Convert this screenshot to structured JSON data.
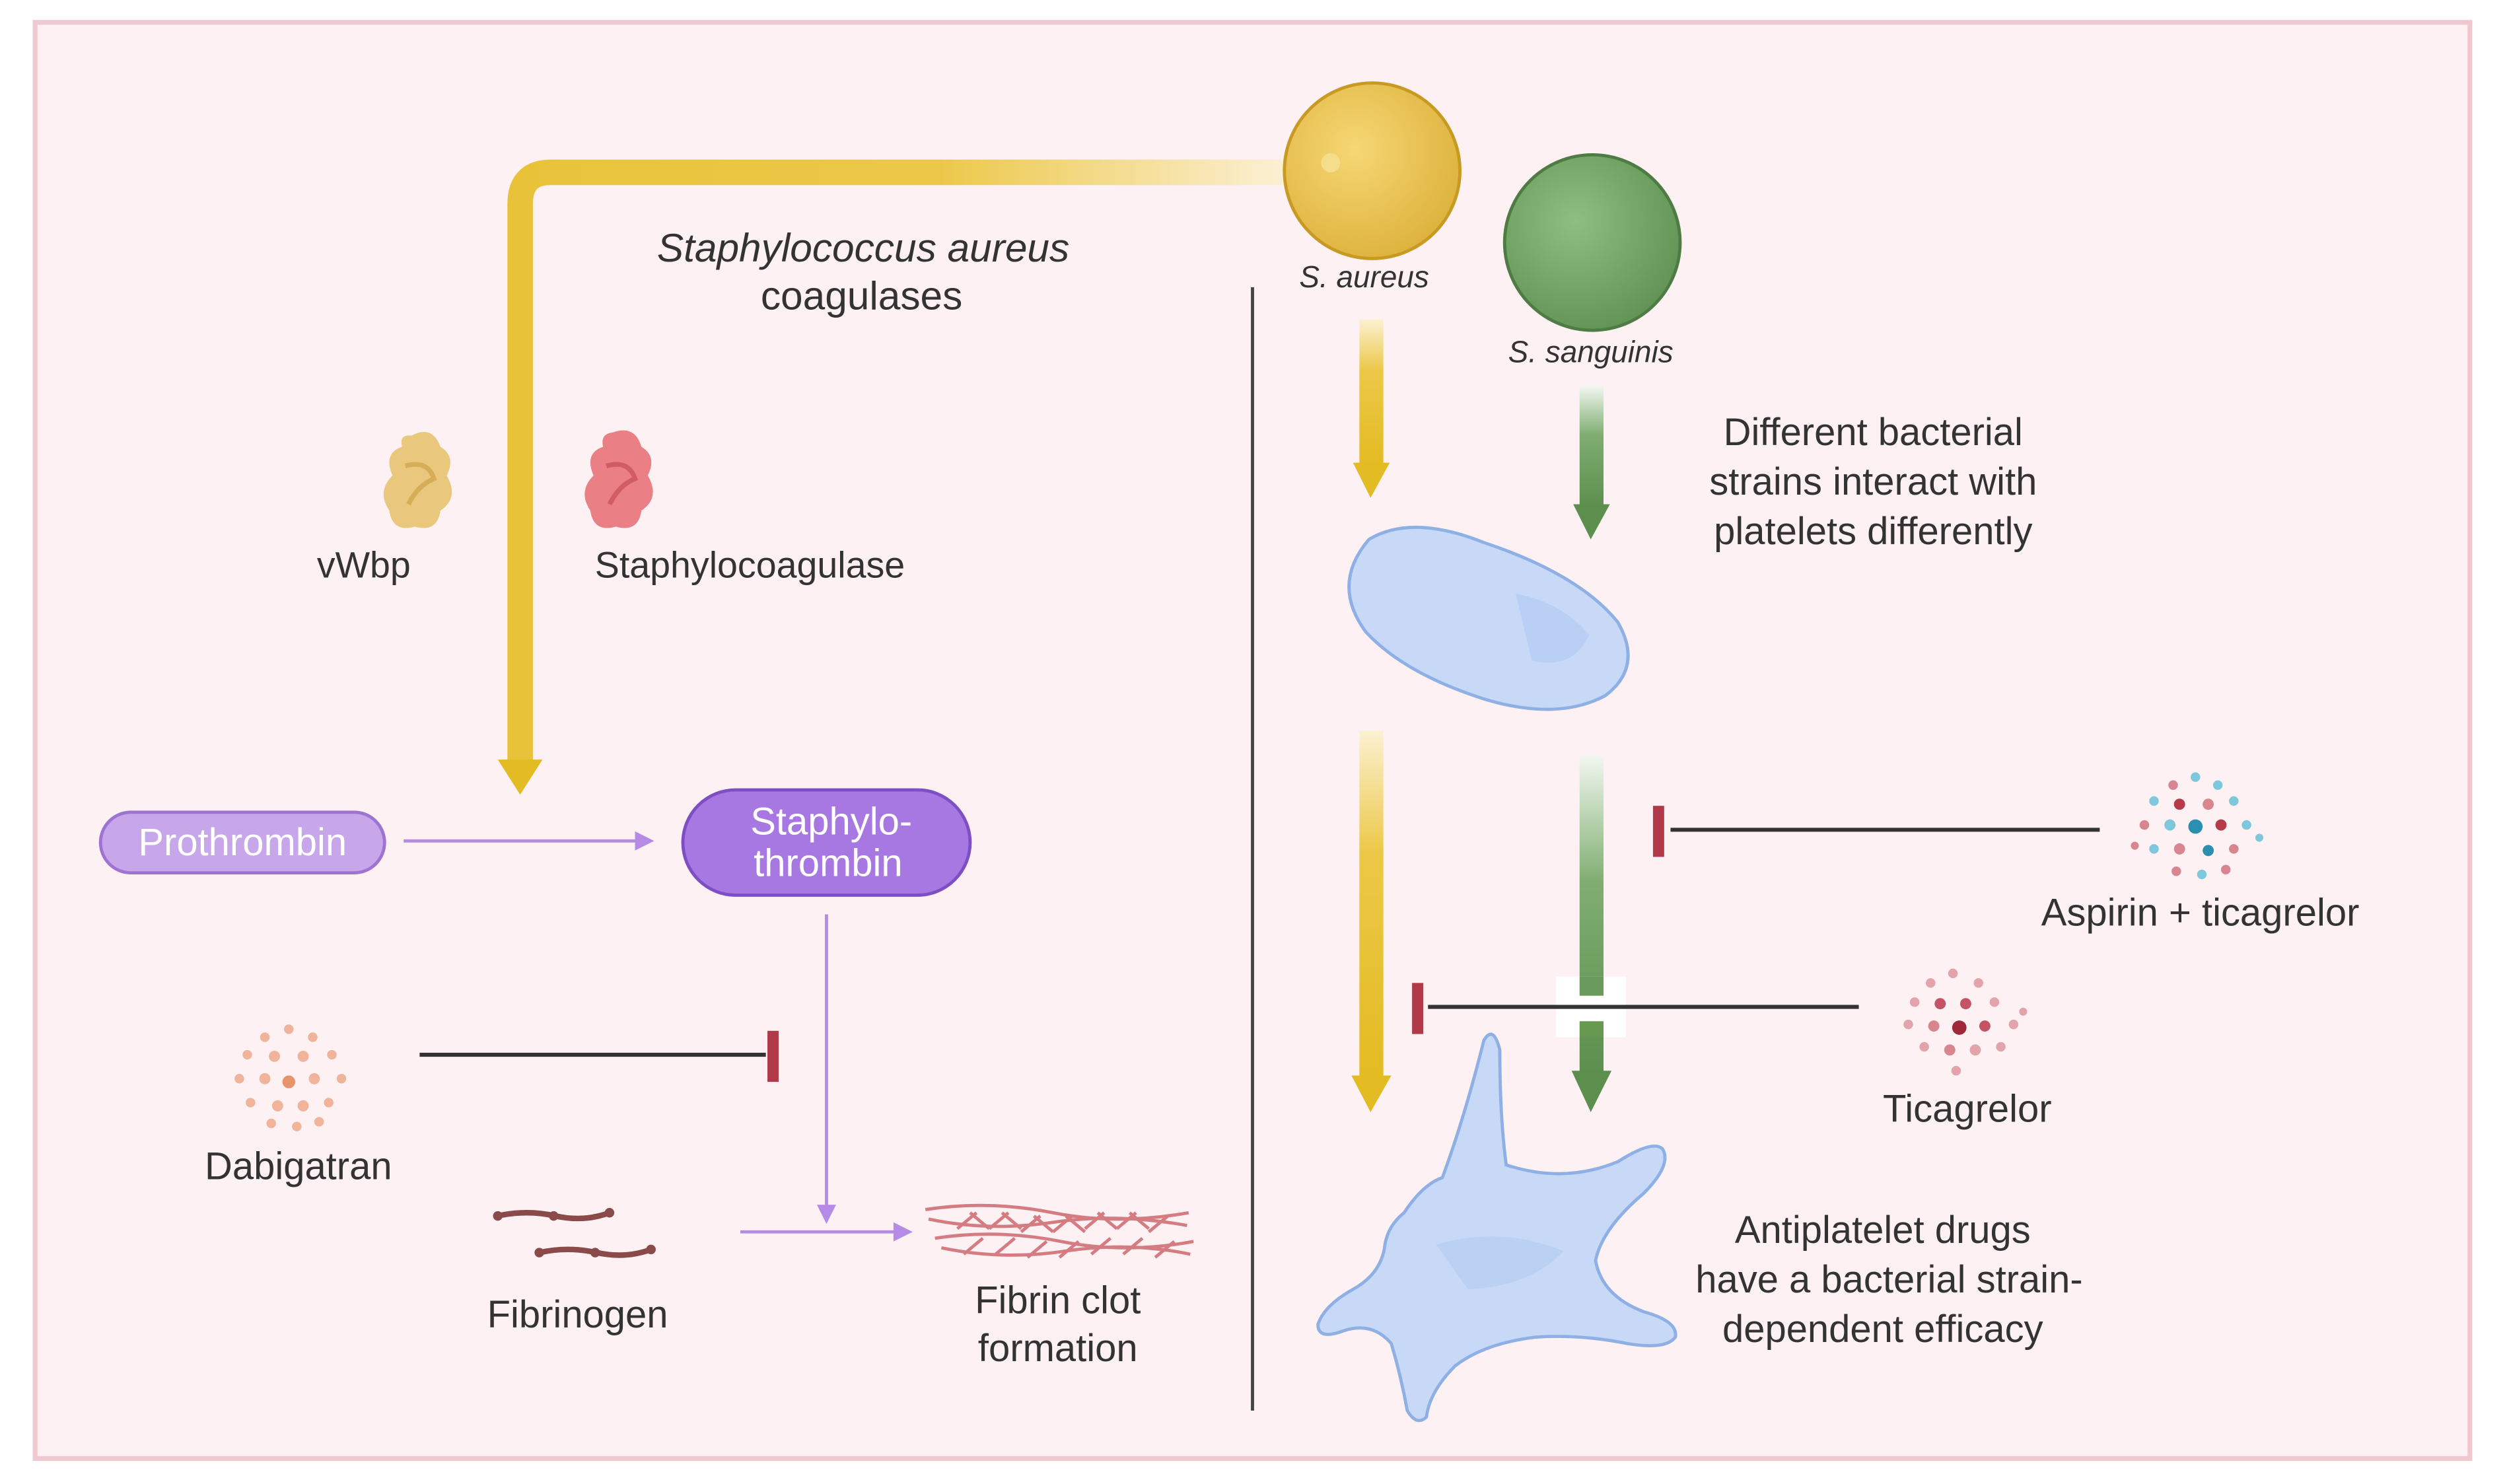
{
  "left_panel": {
    "coagulases_title_italic": "Staphylococcus aureus",
    "coagulases_title_rest": "coagulases",
    "vwbp_label": "vWbp",
    "staphylocoagulase_label": "Staphylocoagulase",
    "prothrombin_label": "Prothrombin",
    "staphylothrombin_line1": "Staphylo-",
    "staphylothrombin_line2": "thrombin",
    "dabigatran_label": "Dabigatran",
    "fibrinogen_label": "Fibrinogen",
    "fibrin_clot_line1": "Fibrin clot",
    "fibrin_clot_line2": "formation"
  },
  "right_panel": {
    "s_aureus_label": "S. aureus",
    "s_sanguinis_label": "S. sanguinis",
    "strains_note_line1": "Different bacterial",
    "strains_note_line2": "strains interact with",
    "strains_note_line3": "platelets differently",
    "aspirin_label": "Aspirin + ticagrelor",
    "ticagrelor_label": "Ticagrelor",
    "drugs_note_line1": "Antiplatelet drugs",
    "drugs_note_line2": "have a bacterial strain-",
    "drugs_note_line3": "dependent efficacy"
  },
  "colors": {
    "background": "#fdf1f4",
    "frame": "#f0c8cf",
    "aureus_gold": "#e8c33a",
    "sanguinis_green": "#6a9b5c",
    "platelet_blue": "#c7d9f7",
    "purple": "#b68be6",
    "inhibitor_red": "#b03a48"
  }
}
